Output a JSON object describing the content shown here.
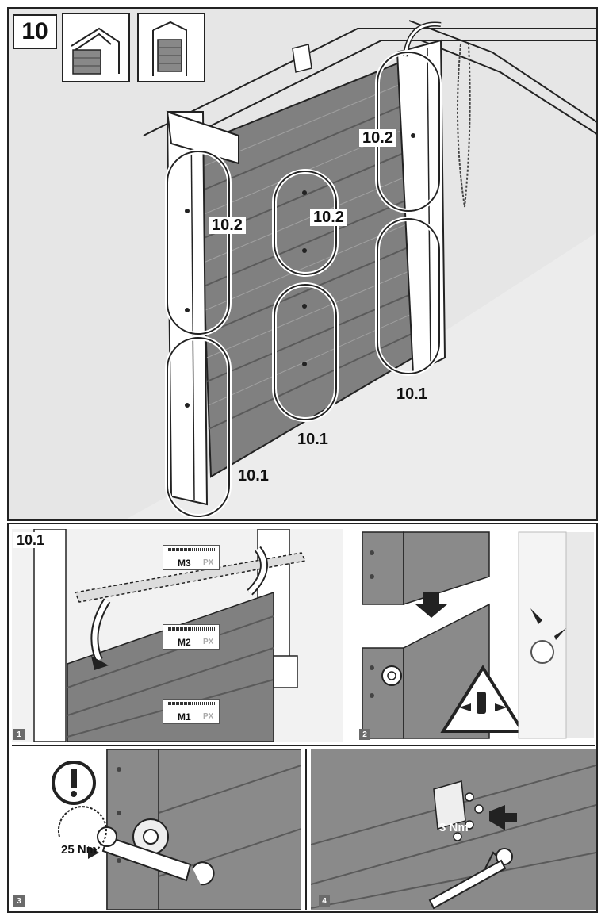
{
  "step": {
    "number": "10"
  },
  "main_callouts": {
    "upper_left": "10.2",
    "upper_center": "10.2",
    "upper_right": "10.2",
    "lower_right": "10.1",
    "lower_center": "10.1",
    "lower_left": "10.1"
  },
  "detail": {
    "heading": "10.1",
    "labels": [
      {
        "code": "M3",
        "suffix": "PX"
      },
      {
        "code": "M2",
        "suffix": "PX"
      },
      {
        "code": "M1",
        "suffix": "PX"
      }
    ],
    "sub_steps": [
      "1",
      "2",
      "3",
      "4"
    ],
    "torque_3": "25 Nm",
    "torque_4": "3 Nm"
  },
  "icons": {
    "warning": "hand-crush-warning-icon",
    "attention": "exclamation-circle-icon"
  },
  "colors": {
    "door_panel": "#7f7f7f",
    "frame": "#ffffff",
    "wall": "#e6e6e6",
    "outline": "#222222"
  }
}
